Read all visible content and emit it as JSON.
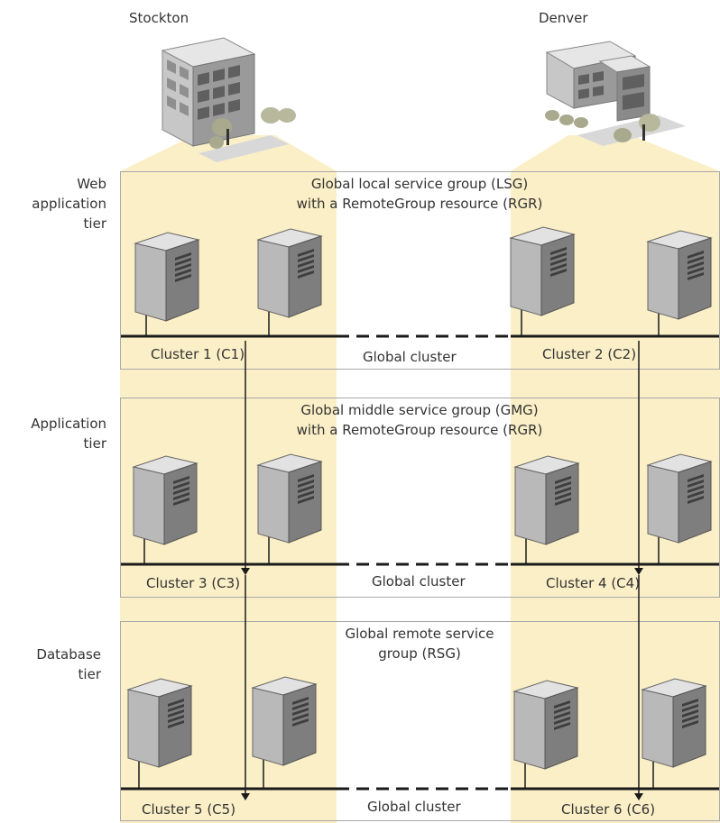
{
  "sites": [
    {
      "name": "Stockton"
    },
    {
      "name": "Denver"
    }
  ],
  "tiers": [
    {
      "label_lines": [
        "Web",
        "application",
        "tier"
      ],
      "group_lines": [
        "Global local service group (LSG)",
        "with a RemoteGroup resource (RGR)"
      ],
      "left_cluster": "Cluster 1 (C1)",
      "right_cluster": "Cluster 2 (C2)",
      "global_label": "Global cluster"
    },
    {
      "label_lines": [
        "Application",
        "tier"
      ],
      "group_lines": [
        "Global middle service group (GMG)",
        "with a RemoteGroup resource (RGR)"
      ],
      "left_cluster": "Cluster 3 (C3)",
      "right_cluster": "Cluster 4 (C4)",
      "global_label": "Global cluster"
    },
    {
      "label_lines": [
        "Database",
        "tier"
      ],
      "group_lines": [
        "Global remote service",
        "group (RSG)"
      ],
      "left_cluster": "Cluster 5 (C5)",
      "right_cluster": "Cluster 6 (C6)",
      "global_label": "Global cluster"
    }
  ],
  "colors": {
    "highlight": "#fbefc7",
    "panel_border": "#a8a8a8",
    "network_line": "#1a1a1a",
    "server_front": "#b9b9b9",
    "server_side": "#7e7e7e",
    "server_top": "#e2e2e2"
  },
  "icons": [
    "office-building-icon",
    "server-icon",
    "network-link-line"
  ]
}
